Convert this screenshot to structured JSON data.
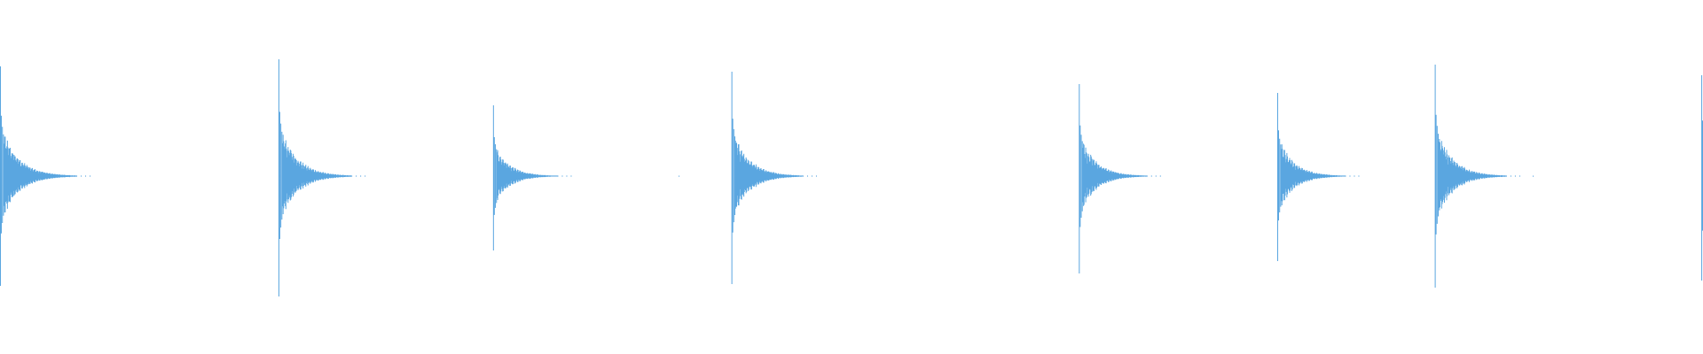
{
  "waveform": {
    "color": "#5aa6e0",
    "background": "#ffffff",
    "transient_count": 8,
    "transients": [
      {
        "time_fraction": 0.0,
        "peak": 0.62,
        "low_peak": 0.62,
        "decay": 0.043
      },
      {
        "time_fraction": 0.1635,
        "peak": 0.66,
        "low_peak": 0.68,
        "decay": 0.041
      },
      {
        "time_fraction": 0.2895,
        "peak": 0.4,
        "low_peak": 0.42,
        "decay": 0.036
      },
      {
        "time_fraction": 0.4295,
        "peak": 0.59,
        "low_peak": 0.61,
        "decay": 0.04
      },
      {
        "time_fraction": 0.6335,
        "peak": 0.52,
        "low_peak": 0.55,
        "decay": 0.038
      },
      {
        "time_fraction": 0.75,
        "peak": 0.47,
        "low_peak": 0.48,
        "decay": 0.038
      },
      {
        "time_fraction": 0.8425,
        "peak": 0.63,
        "low_peak": 0.63,
        "decay": 0.04
      },
      {
        "time_fraction": 0.999,
        "peak": 0.57,
        "low_peak": 0.59,
        "decay": 0.01
      }
    ],
    "stray_dots": [
      0.3985,
      0.47,
      0.9
    ]
  }
}
